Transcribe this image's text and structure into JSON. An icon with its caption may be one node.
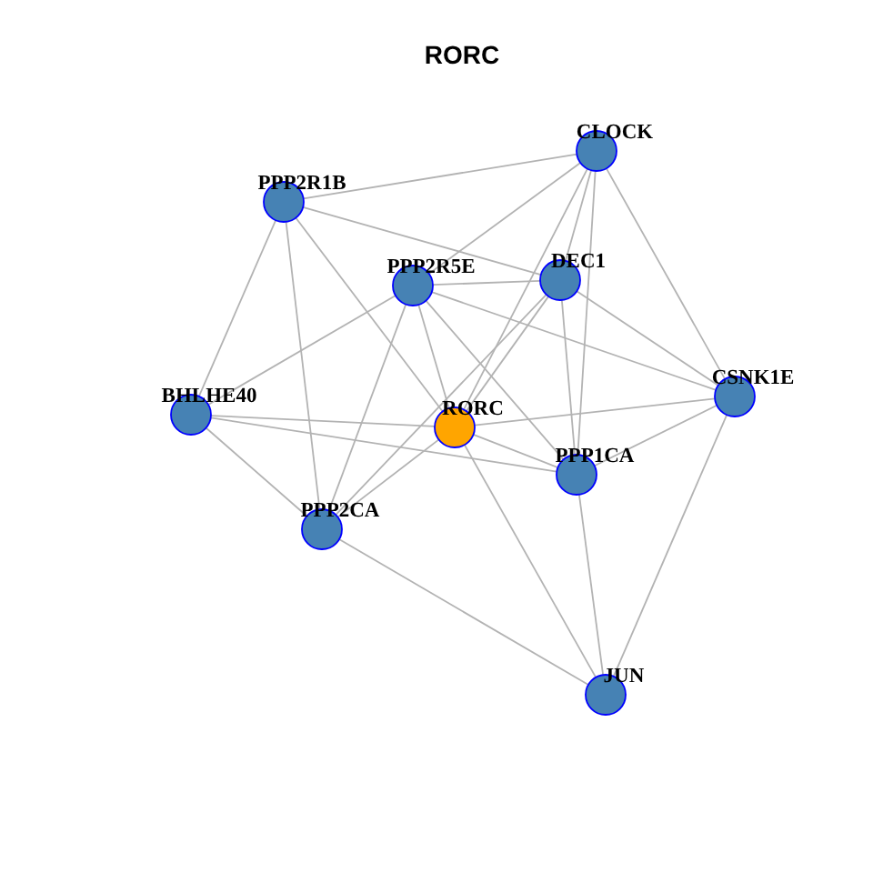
{
  "diagram": {
    "title": "RORC",
    "nodes": [
      {
        "text": [
          "CLOCK"
        ]
      },
      {
        "text": [
          "PPP2R1B"
        ]
      },
      {
        "text": [
          "PPP2R5E"
        ]
      },
      {
        "text": [
          "DEC1"
        ]
      },
      {
        "text": [
          "BHLHE40"
        ]
      },
      {
        "text": [
          "RORC"
        ]
      },
      {
        "text": [
          "CSNK1E"
        ]
      },
      {
        "text": [
          "PPP1CA"
        ]
      },
      {
        "text": [
          "PPP2CA"
        ]
      },
      {
        "text": [
          "JUN"
        ]
      }
    ],
    "edges": [
      {
        "from": 0,
        "to": 1,
        "arrow": "none"
      },
      {
        "from": 0,
        "to": 2,
        "arrow": "none"
      },
      {
        "from": 0,
        "to": 3,
        "arrow": "none"
      },
      {
        "from": 0,
        "to": 5,
        "arrow": "none"
      },
      {
        "from": 0,
        "to": 6,
        "arrow": "none"
      },
      {
        "from": 0,
        "to": 7,
        "arrow": "none"
      },
      {
        "from": 1,
        "to": 3,
        "arrow": "none"
      },
      {
        "from": 1,
        "to": 4,
        "arrow": "none"
      },
      {
        "from": 1,
        "to": 5,
        "arrow": "none"
      },
      {
        "from": 1,
        "to": 8,
        "arrow": "none"
      },
      {
        "from": 2,
        "to": 3,
        "arrow": "none"
      },
      {
        "from": 2,
        "to": 4,
        "arrow": "none"
      },
      {
        "from": 2,
        "to": 5,
        "arrow": "none"
      },
      {
        "from": 2,
        "to": 6,
        "arrow": "none"
      },
      {
        "from": 2,
        "to": 7,
        "arrow": "none"
      },
      {
        "from": 2,
        "to": 8,
        "arrow": "none"
      },
      {
        "from": 3,
        "to": 5,
        "arrow": "none"
      },
      {
        "from": 3,
        "to": 6,
        "arrow": "none"
      },
      {
        "from": 3,
        "to": 7,
        "arrow": "none"
      },
      {
        "from": 3,
        "to": 8,
        "arrow": "none"
      },
      {
        "from": 4,
        "to": 5,
        "arrow": "none"
      },
      {
        "from": 4,
        "to": 7,
        "arrow": "none"
      },
      {
        "from": 4,
        "to": 8,
        "arrow": "none"
      },
      {
        "from": 5,
        "to": 6,
        "arrow": "none"
      },
      {
        "from": 5,
        "to": 7,
        "arrow": "none"
      },
      {
        "from": 5,
        "to": 8,
        "arrow": "none"
      },
      {
        "from": 5,
        "to": 9,
        "arrow": "none"
      },
      {
        "from": 6,
        "to": 7,
        "arrow": "none"
      },
      {
        "from": 6,
        "to": 9,
        "arrow": "none"
      },
      {
        "from": 7,
        "to": 9,
        "arrow": "none"
      },
      {
        "from": 8,
        "to": 9,
        "arrow": "none"
      }
    ]
  }
}
